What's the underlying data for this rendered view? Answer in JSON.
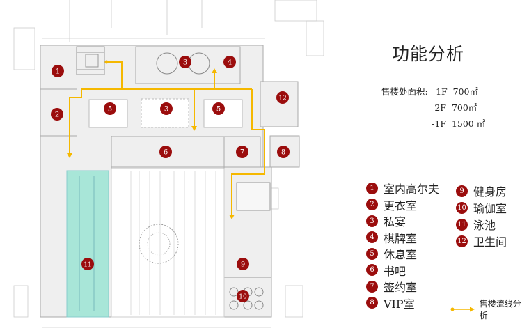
{
  "title": "功能分析",
  "area": {
    "label": "售楼处面积:",
    "rows": [
      {
        "floor": "1F",
        "value": "700㎡"
      },
      {
        "floor": "2F",
        "value": "700㎡"
      },
      {
        "floor": "-1F",
        "value": "1500 ㎡"
      }
    ]
  },
  "legend": [
    {
      "num": "1",
      "label": "室内高尔夫"
    },
    {
      "num": "2",
      "label": "更衣室"
    },
    {
      "num": "3",
      "label": "私宴"
    },
    {
      "num": "4",
      "label": "棋牌室"
    },
    {
      "num": "5",
      "label": "休息室"
    },
    {
      "num": "6",
      "label": "书吧"
    },
    {
      "num": "7",
      "label": "签约室"
    },
    {
      "num": "8",
      "label": "VIP室"
    },
    {
      "num": "9",
      "label": "健身房"
    },
    {
      "num": "10",
      "label": "瑜伽室"
    },
    {
      "num": "11",
      "label": "泳池"
    },
    {
      "num": "12",
      "label": "卫生间"
    }
  ],
  "flow_label": "售楼流线分析",
  "plan_markers": [
    "1",
    "2",
    "3",
    "4",
    "5",
    "3",
    "5",
    "6",
    "7",
    "8",
    "12",
    "11",
    "9",
    "10"
  ],
  "colors": {
    "marker": "#9b0d0d",
    "flow": "#f5b800",
    "pool": "#a8e6d8",
    "floor": "#efefef"
  }
}
